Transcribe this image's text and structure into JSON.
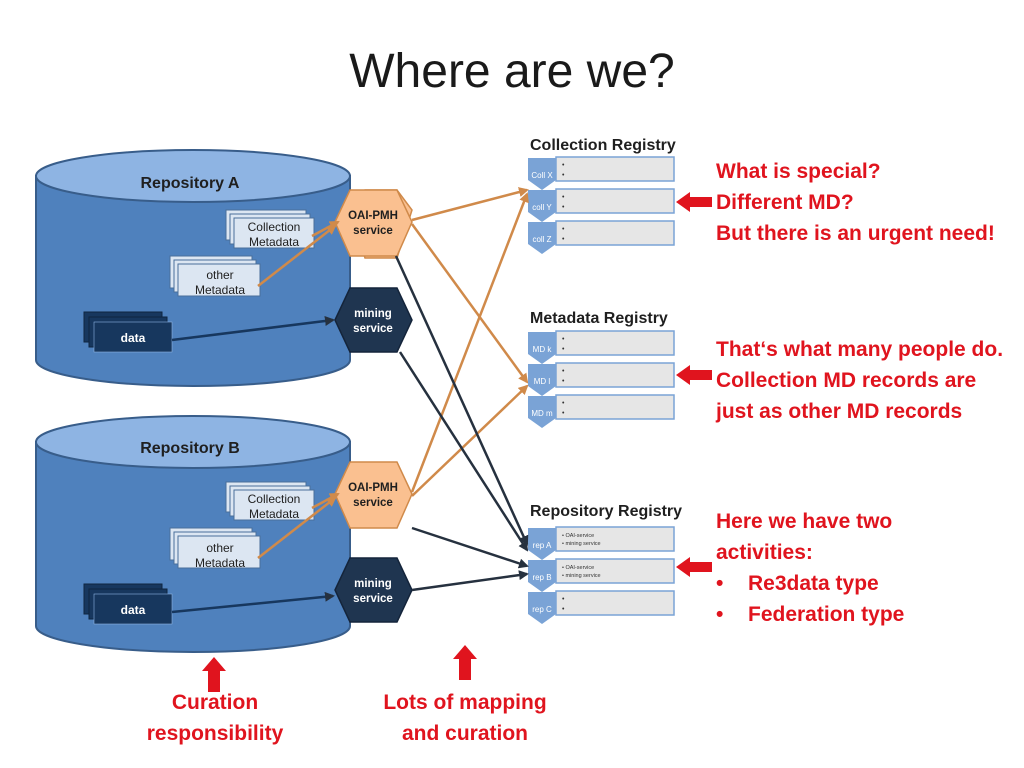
{
  "title": "Where are we?",
  "repositories": [
    {
      "name": "Repository A",
      "collection_md": [
        "Collection",
        "Metadata"
      ],
      "other_md": [
        "other",
        "Metadata"
      ],
      "data": "data",
      "oai": [
        "OAI-PMH",
        "service"
      ],
      "mining": [
        "mining",
        "service"
      ]
    },
    {
      "name": "Repository B",
      "collection_md": [
        "Collection",
        "Metadata"
      ],
      "other_md": [
        "other",
        "Metadata"
      ],
      "data": "data",
      "oai": [
        "OAI-PMH",
        "service"
      ],
      "mining": [
        "mining",
        "service"
      ]
    }
  ],
  "registries": [
    {
      "title": "Collection Registry",
      "items": [
        {
          "label": "Coll X",
          "bullets": [
            "•",
            "•"
          ]
        },
        {
          "label": "coll Y",
          "bullets": [
            "•",
            "•"
          ]
        },
        {
          "label": "coll Z",
          "bullets": [
            "•",
            "•"
          ]
        }
      ]
    },
    {
      "title": "Metadata Registry",
      "items": [
        {
          "label": "MD k",
          "bullets": [
            "•",
            "•"
          ]
        },
        {
          "label": "MD l",
          "bullets": [
            "•",
            "•"
          ]
        },
        {
          "label": "MD m",
          "bullets": [
            "•",
            "•"
          ]
        }
      ]
    },
    {
      "title": "Repository Registry",
      "items": [
        {
          "label": "rep A",
          "bullets": [
            "• OAI-service",
            "• mining service"
          ]
        },
        {
          "label": "rep B",
          "bullets": [
            "• OAI-service",
            "• mining service"
          ]
        },
        {
          "label": "rep C",
          "bullets": [
            "•",
            "•"
          ]
        }
      ]
    }
  ],
  "notes": {
    "collection": [
      "What is special?",
      "Different MD?",
      "But there is an urgent need!"
    ],
    "metadata": [
      "That‘s what many people do.",
      "Collection MD records are",
      "just as other MD records"
    ],
    "repository_intro": [
      "Here we have two",
      "activities:"
    ],
    "repository_bullets": [
      "Re3data type",
      "Federation type"
    ]
  },
  "bottom": {
    "curation": [
      "Curation",
      "responsibility"
    ],
    "mapping": [
      "Lots of mapping",
      "and curation"
    ]
  },
  "colors": {
    "cylinder_body": "#4f81bd",
    "cylinder_top": "#8eb4e3",
    "cylinder_edge": "#385d8a",
    "doc_fill": "#dce6f2",
    "data_fill": "#17375e",
    "hex_orange": "#fac090",
    "hex_dark": "#1f3550",
    "orange_arrow": "#d08a4a",
    "dark_arrow": "#26313f",
    "red": "#e0141e",
    "chevron": "#7aa3d6",
    "registry_box": "#e6e6e6"
  }
}
